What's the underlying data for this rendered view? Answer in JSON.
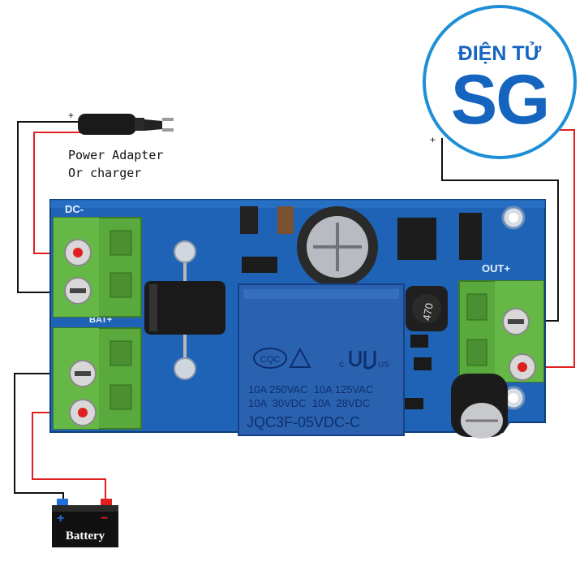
{
  "adapter": {
    "line1": "Power Adapter",
    "line2": "Or charger",
    "plus": "+",
    "minus": "-"
  },
  "pcb": {
    "dc_label": "DC-",
    "bat_label": "BAT+",
    "out_label": "OUT+"
  },
  "relay": {
    "line1": "10A 250VAC  10A 125VAC",
    "line2": "10A  30VDC  10A  28VDC",
    "model": "JQC3F-05VDC-C",
    "mark_c": "c",
    "mark_us": "US"
  },
  "capacitor": {
    "code": "470"
  },
  "battery": {
    "label": "Battery",
    "plus": "+",
    "minus": "−"
  },
  "logo": {
    "top": "ĐIỆN TỬ",
    "big": "SG"
  },
  "out_marks": {
    "plus": "+",
    "minus": "-"
  },
  "colors": {
    "pcb": "#1e63b5",
    "terminal": "#5aa93c",
    "wire_red": "#e02020",
    "wire_black": "#111111",
    "logo_blue": "#1565c0"
  }
}
